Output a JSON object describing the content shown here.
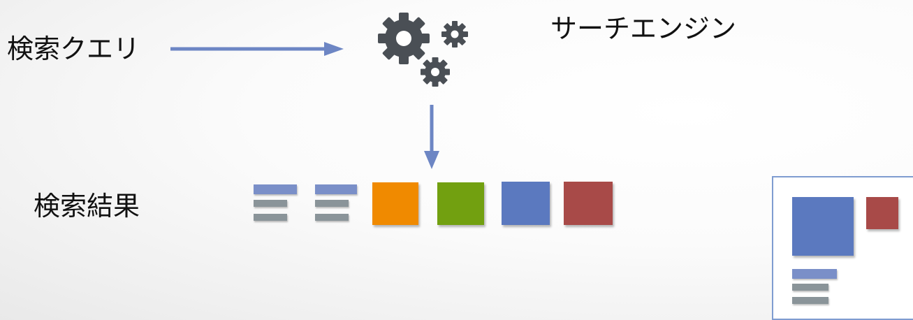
{
  "labels": {
    "query": "検索クエリ",
    "engine": "サーチエンジン",
    "results": "検索結果"
  },
  "icons": {
    "engine": "gears-icon",
    "arrow_right": "arrow-right-icon",
    "arrow_down": "arrow-down-icon"
  },
  "colors": {
    "arrow": "#6d86c4",
    "gear": "#4a4f55",
    "text_snippet_title": "#7a8fc8",
    "text_snippet_line": "#8a9499",
    "orange": "#f08a00",
    "green": "#72a010",
    "blue": "#5b79bf",
    "red": "#a84a48",
    "box_border": "#7f9cd0"
  },
  "results": [
    {
      "kind": "text-snippet"
    },
    {
      "kind": "text-snippet"
    },
    {
      "kind": "orange-tile"
    },
    {
      "kind": "green-tile"
    },
    {
      "kind": "blue-tile"
    },
    {
      "kind": "red-tile"
    }
  ]
}
